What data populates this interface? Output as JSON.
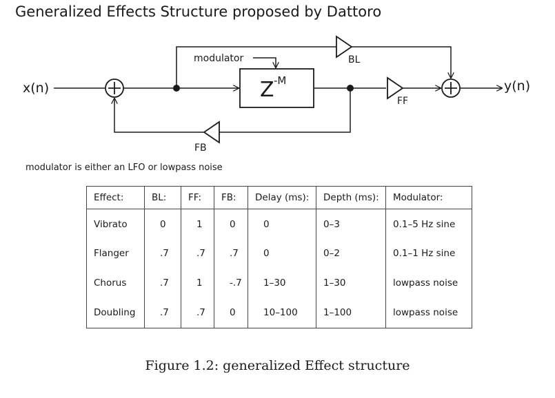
{
  "title": "Generalized Effects Structure proposed by Dattoro",
  "diagram": {
    "input_label": "x(n)",
    "output_label": "y(n)",
    "modulator_label": "modulator",
    "delay_base": "Z",
    "delay_exponent": "-M",
    "bl_label": "BL",
    "ff_label": "FF",
    "fb_label": "FB"
  },
  "note": "modulator is either an LFO or lowpass noise",
  "table": {
    "headers": [
      "Effect:",
      "BL:",
      "FF:",
      "FB:",
      "Delay (ms):",
      "Depth (ms):",
      "Modulator:"
    ],
    "rows": [
      [
        "Vibrato",
        "0",
        "1",
        "0",
        "0",
        "0–3",
        "0.1–5 Hz sine"
      ],
      [
        "Flanger",
        ".7",
        ".7",
        ".7",
        "0",
        "0–2",
        "0.1–1 Hz sine"
      ],
      [
        "Chorus",
        ".7",
        "1",
        "-.7",
        "1–30",
        "1–30",
        "lowpass noise"
      ],
      [
        "Doubling",
        ".7",
        ".7",
        "0",
        "10–100",
        "1–100",
        "lowpass noise"
      ]
    ]
  },
  "caption": "Figure 1.2: generalized Effect structure"
}
